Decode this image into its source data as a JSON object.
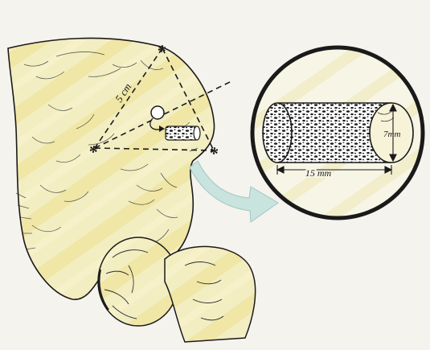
{
  "figure": {
    "labels": {
      "distance": "5 cm",
      "graft_length": "15 mm",
      "graft_diameter": "7mm"
    },
    "landmark_marker": "*",
    "colors": {
      "background": "#f4f3ee",
      "bone_fill": "#f2eec2",
      "yellow_stripe": "#efe6a0",
      "ink": "#1a1a1a",
      "arrow_fill": "#c9e3de",
      "lens_fill": "#f7f5e6"
    }
  }
}
